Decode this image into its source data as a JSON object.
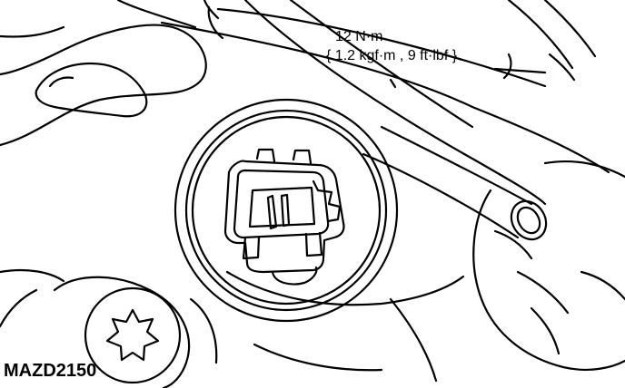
{
  "torque_spec": {
    "line1": "12 N·m",
    "line2": "{ 1.2 kgf·m , 9 ft·lbf }"
  },
  "figure_code": "MAZD2150",
  "colors": {
    "ink": "#000000",
    "paper": "#ffffff"
  },
  "icons": {
    "fastener": "torx-bolt-icon",
    "component": "sensor-connector-icon"
  }
}
